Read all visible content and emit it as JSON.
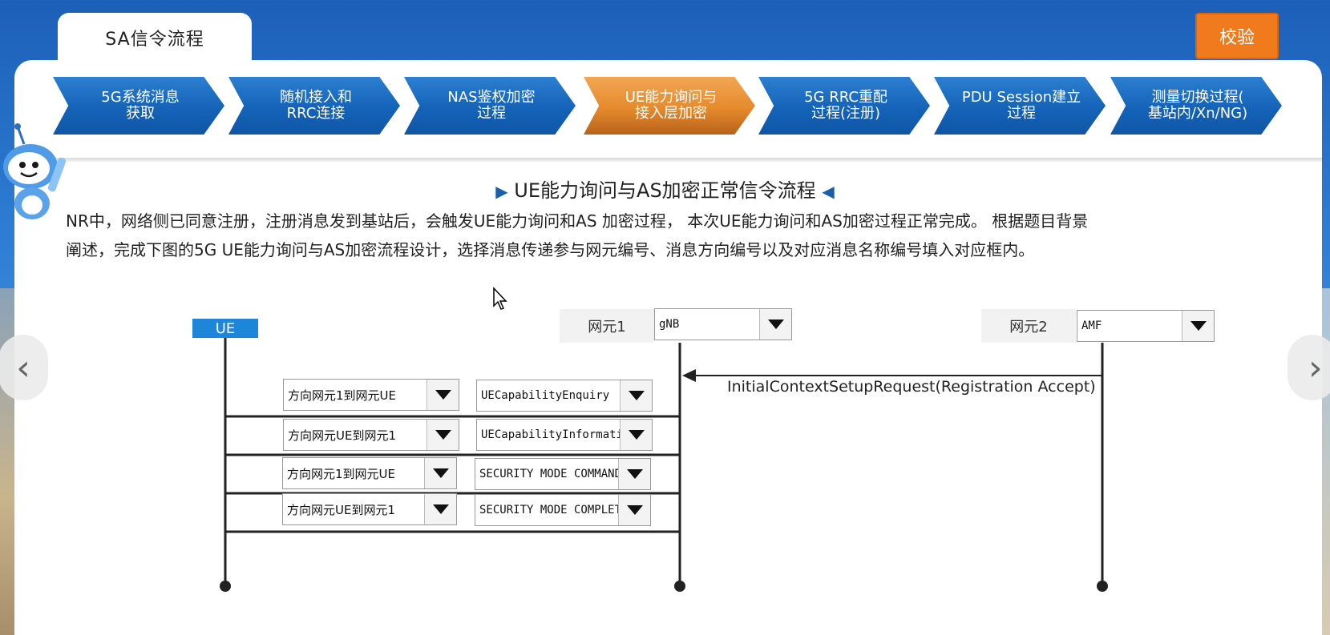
{
  "header": {
    "title_tab": "SA信令流程",
    "check_button": "校验"
  },
  "steps": [
    {
      "label": "5G系统消息获取",
      "active": false
    },
    {
      "label": "随机接入和RRC连接",
      "active": false
    },
    {
      "label": "NAS鉴权加密过程",
      "active": false
    },
    {
      "label": "UE能力询问与接入层加密",
      "active": true
    },
    {
      "label": "5G RRC重配过程(注册)",
      "active": false
    },
    {
      "label": "PDU Session建立过程",
      "active": false
    },
    {
      "label": "测量切换过程(基站内/Xn/NG)",
      "active": false
    }
  ],
  "step_lines": [
    [
      "5G系统消息",
      "获取"
    ],
    [
      "随机接入和",
      "RRC连接"
    ],
    [
      "NAS鉴权加密",
      "过程"
    ],
    [
      "UE能力询问与",
      "接入层加密"
    ],
    [
      "5G RRC重配",
      "过程(注册)"
    ],
    [
      "PDU Session建立",
      "过程"
    ],
    [
      "测量切换过程(",
      "基站内/Xn/NG)"
    ]
  ],
  "content": {
    "heading": "UE能力询问与AS加密正常信令流程",
    "description_line1": "NR中，网络侧已同意注册，注册消息发到基站后，会触发UE能力询问和AS 加密过程， 本次UE能力询问和AS加密过程正常完成。 根据题目背景",
    "description_line2": "阐述，完成下图的5G UE能力询问与AS加密流程设计，选择消息传递参与网元编号、消息方向编号以及对应消息名称编号填入对应框内。"
  },
  "diagram": {
    "ue_label": "UE",
    "ne1": {
      "label": "网元1",
      "selected": "gNB"
    },
    "ne2": {
      "label": "网元2",
      "selected": "AMF"
    },
    "incoming_message": "InitialContextSetupRequest(Registration Accept)",
    "rows": [
      {
        "direction": "方向网元1到网元UE",
        "message": "UECapabilityEnquiry"
      },
      {
        "direction": "方向网元UE到网元1",
        "message": "UECapabilityInformation"
      },
      {
        "direction": "方向网元1到网元UE",
        "message": "SECURITY MODE COMMAND"
      },
      {
        "direction": "方向网元UE到网元1",
        "message": "SECURITY MODE COMPLETE"
      }
    ]
  },
  "colors": {
    "step_blue": "#1463b8",
    "step_active": "#e58a2c",
    "check_button": "#f07a1c",
    "ue_box": "#1e86d8"
  }
}
